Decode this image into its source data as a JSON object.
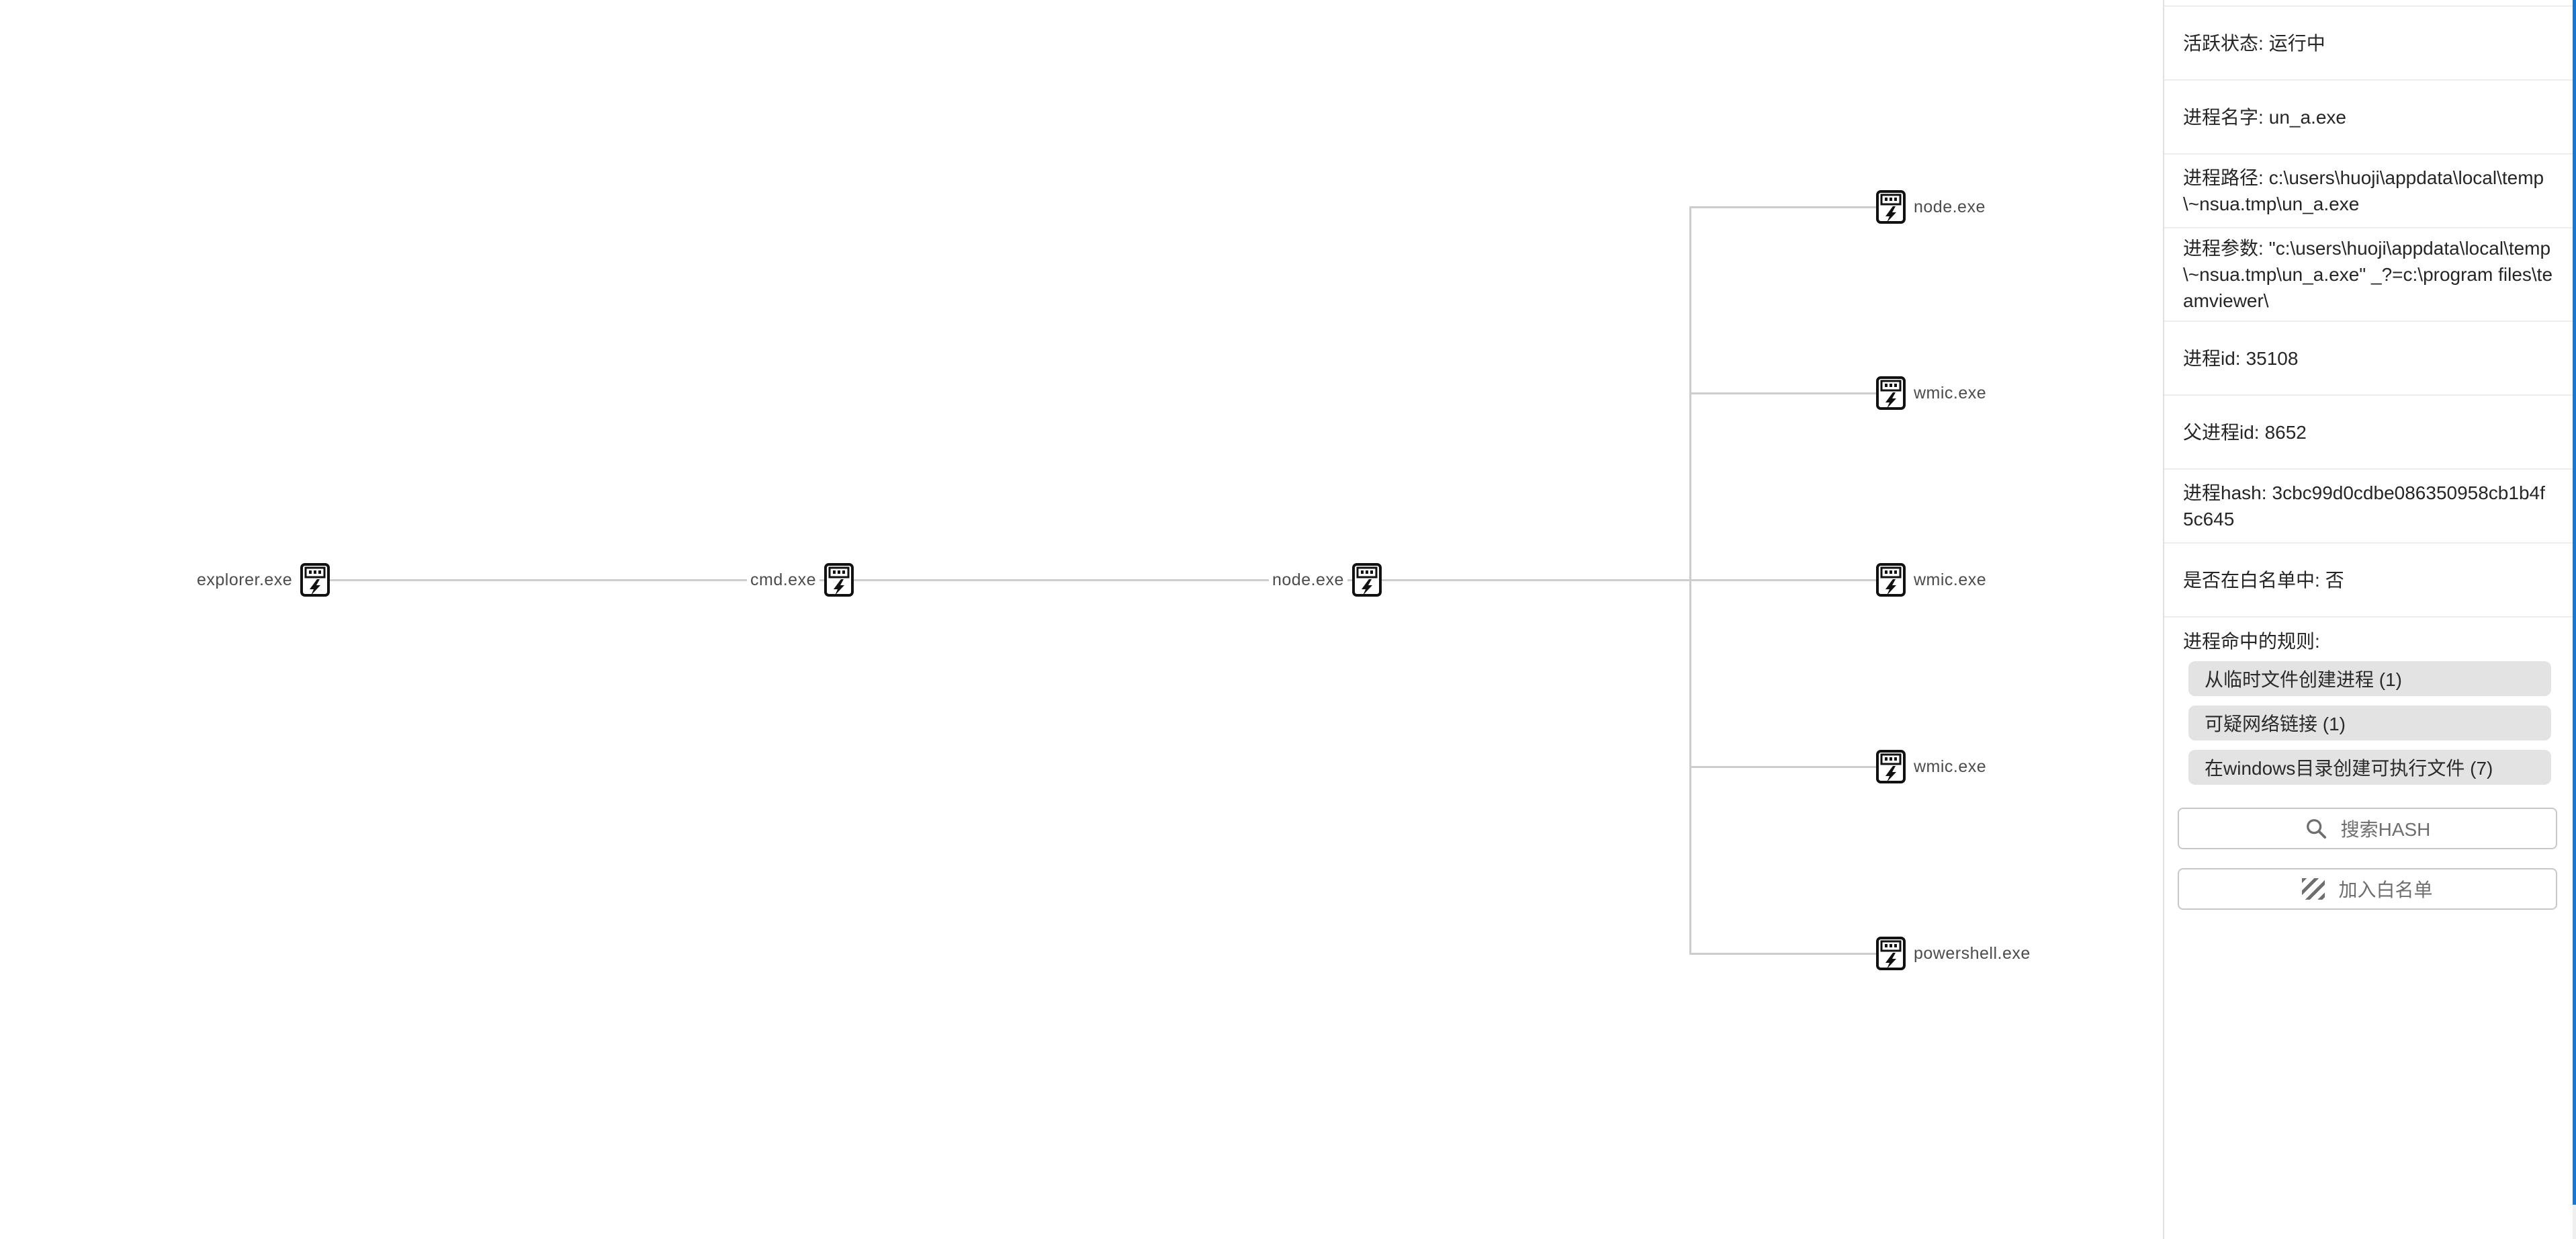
{
  "tree": {
    "parents": [
      {
        "name": "explorer.exe"
      },
      {
        "name": "cmd.exe"
      },
      {
        "name": "node.exe"
      }
    ],
    "children": [
      {
        "name": "node.exe"
      },
      {
        "name": "wmic.exe"
      },
      {
        "name": "wmic.exe"
      },
      {
        "name": "wmic.exe"
      },
      {
        "name": "powershell.exe"
      }
    ]
  },
  "panel": {
    "rows": [
      {
        "label": "活跃状态:",
        "value": "运行中"
      },
      {
        "label": "进程名字:",
        "value": "un_a.exe"
      },
      {
        "label": "进程路径:",
        "value": "c:\\users\\huoji\\appdata\\local\\temp\\~nsua.tmp\\un_a.exe"
      },
      {
        "label": "进程参数:",
        "value": "\"c:\\users\\huoji\\appdata\\local\\temp\\~nsua.tmp\\un_a.exe\" _?=c:\\program files\\teamviewer\\"
      },
      {
        "label": "进程id:",
        "value": "35108"
      },
      {
        "label": "父进程id:",
        "value": "8652"
      },
      {
        "label": "进程hash:",
        "value": "3cbc99d0cdbe086350958cb1b4f5c645"
      },
      {
        "label": "是否在白名单中:",
        "value": "否"
      }
    ],
    "rules": {
      "label": "进程命中的规则:",
      "items": [
        "从临时文件创建进程 (1)",
        "可疑网络链接 (1)",
        "在windows目录创建可执行文件 (7)"
      ]
    },
    "buttons": {
      "search_hash": "搜索HASH",
      "add_whitelist": "加入白名单"
    },
    "colors": {
      "scrollbar_thumb": "#1976d2",
      "tree_line": "#cdcdcd"
    }
  }
}
